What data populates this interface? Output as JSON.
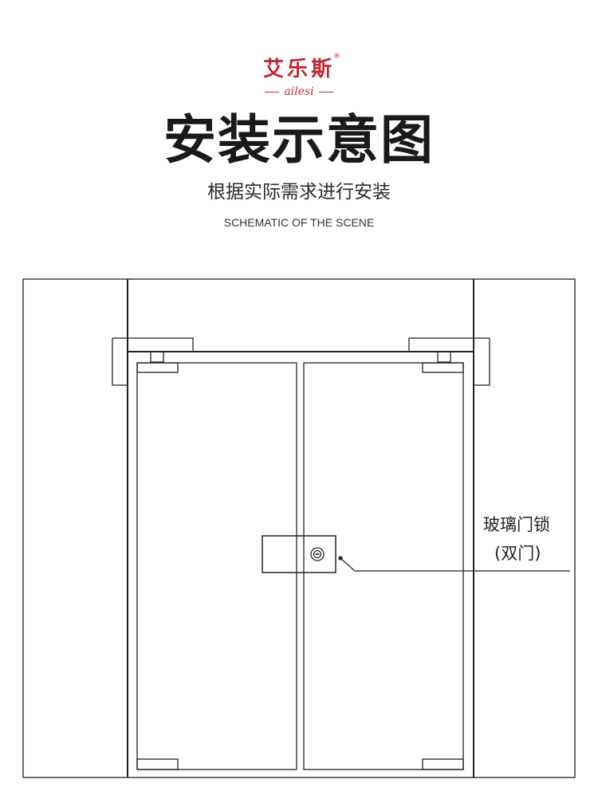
{
  "brand": {
    "name_cn": "艾乐斯",
    "name_en": "ailesi",
    "registered_mark": "®",
    "color": "#c0282f"
  },
  "heading": {
    "title": "安装示意图",
    "subtitle": "根据实际需求进行安装",
    "subtitle_en": "SCHEMATIC OF THE SCENE"
  },
  "diagram": {
    "callout_label_line1": "玻璃门锁",
    "callout_label_line2": "(双门)",
    "line_color": "#222222"
  }
}
